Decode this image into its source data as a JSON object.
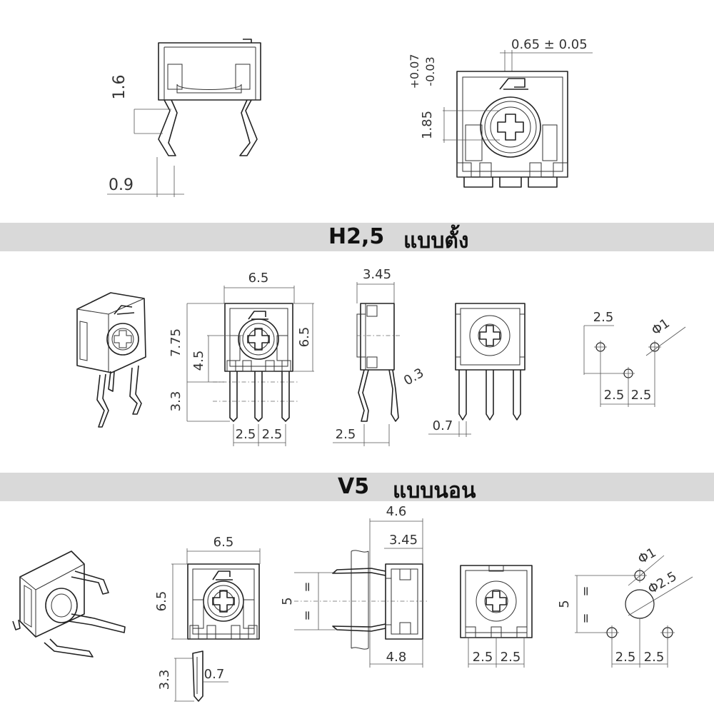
{
  "top": {
    "dim_1_6": "1.6",
    "dim_0_9": "0.9",
    "dim_0_65": "0.65 ± 0.05",
    "dim_1_85": "1.85",
    "tol_plus": "+0.07",
    "tol_minus": "-0.03"
  },
  "section_h": {
    "code": "H2,5",
    "subtitle": "แบบตั้ง",
    "dims": {
      "width": "6.5",
      "height_total": "7.75",
      "height_mid": "4.5",
      "height_body": "6.5",
      "pin_len": "3.3",
      "pitch_left": "2.5",
      "pitch_right": "2.5",
      "depth": "3.45",
      "lead_thk": "0.3",
      "side_offset": "2.5",
      "pin_w": "0.7",
      "fp_top": "2.5",
      "fp_hole": "Φ1",
      "fp_left": "2.5",
      "fp_right": "2.5"
    }
  },
  "section_v": {
    "code": "V5",
    "subtitle": "แบบนอน",
    "dims": {
      "width": "6.5",
      "height": "6.5",
      "pin_len": "3.3",
      "pin_w": "0.7",
      "depth_total": "4.6",
      "depth_body": "3.45",
      "pitch_v": "5",
      "equal": "=",
      "bottom_len": "4.8",
      "pitch_left": "2.5",
      "pitch_right": "2.5",
      "fp_hole": "Φ1",
      "fp_center": "Φ2.5",
      "fp_v": "5",
      "fp_left": "2.5",
      "fp_right": "2.5"
    }
  }
}
